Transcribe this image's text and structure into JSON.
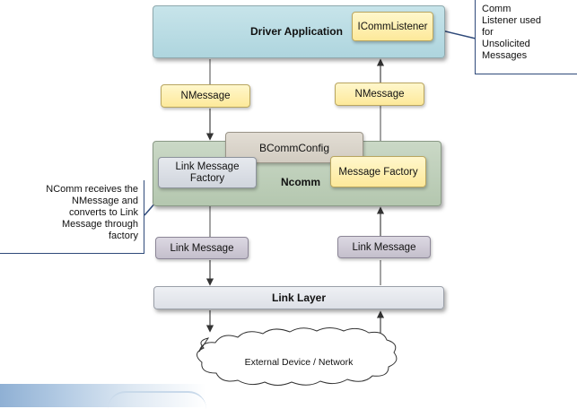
{
  "driver_application": {
    "title": "Driver Application"
  },
  "icomm_listener": {
    "label": "ICommListener"
  },
  "callout_listener": {
    "lines": [
      "Comm",
      "Listener used",
      "for",
      "Unsolicited",
      "Messages"
    ]
  },
  "nmessage_left": {
    "label": "NMessage"
  },
  "nmessage_right": {
    "label": "NMessage"
  },
  "ncomm": {
    "title": "Ncomm"
  },
  "bcomm_config": {
    "label": "BCommConfig"
  },
  "link_message_factory": {
    "lines": [
      "Link Message",
      "Factory"
    ]
  },
  "message_factory": {
    "label": "Message Factory"
  },
  "callout_ncomm": {
    "lines": [
      "NComm receives the",
      "NMessage and",
      "converts to Link",
      "Message through",
      "factory"
    ]
  },
  "link_message_left": {
    "label": "Link Message"
  },
  "link_message_right": {
    "label": "Link Message"
  },
  "link_layer": {
    "label": "Link Layer"
  },
  "cloud": {
    "label": "External Device / Network"
  },
  "colors": {
    "driver_fill": "#b8dbe3",
    "yellow_fill": "#fde99a",
    "ncomm_fill": "#bccbb8",
    "link_message_fill": "#cfcad6",
    "link_layer_fill": "#e6e8ed",
    "callout_line": "#2f4a7a",
    "arrow": "#333333"
  }
}
